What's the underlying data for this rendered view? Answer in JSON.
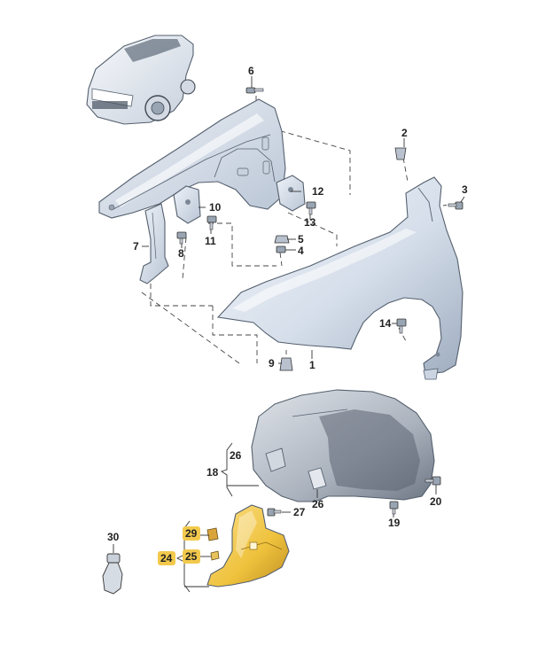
{
  "colors": {
    "highlight": "#f2c94c",
    "part_blue_light": "#e6edf6",
    "part_blue_mid": "#c6d2e2",
    "part_blue_dark": "#8f9db0",
    "liner_grey": "#b5bcc6",
    "liner_dark": "#7e8793",
    "shield_yellow": "#f0c23c",
    "shield_yellow_dark": "#c9992a"
  },
  "callouts": {
    "c1": "1",
    "c2": "2",
    "c3": "3",
    "c4": "4",
    "c5": "5",
    "c6": "6",
    "c7": "7",
    "c8": "8",
    "c9": "9",
    "c10": "10",
    "c11": "11",
    "c12": "12",
    "c13": "13",
    "c14": "14",
    "c18": "18",
    "c19": "19",
    "c20": "20",
    "c24": "24",
    "c25": "25",
    "c26a": "26",
    "c26b": "26",
    "c27": "27",
    "c29": "29",
    "c30": "30"
  },
  "highlighted": [
    "24",
    "25",
    "29"
  ]
}
